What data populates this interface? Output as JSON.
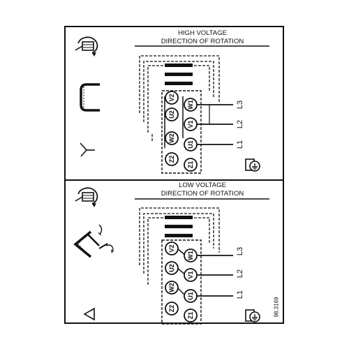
{
  "panels": [
    {
      "title_line1": "HIGH VOLTAGE",
      "title_line2": "DIRECTION OF ROTATION",
      "terminals": {
        "v2": "V2",
        "u2": "U2",
        "w2": "W2",
        "z2": "Z2",
        "w1": "W1",
        "v1": "V1",
        "u1": "U1",
        "z1": "Z1"
      },
      "lines": {
        "l3": "L3",
        "l2": "L2",
        "l1": "L1"
      },
      "connection_icon": "wye-symbol-icon"
    },
    {
      "title_line1": "LOW VOLTAGE",
      "title_line2": "DIRECTION OF ROTATION",
      "terminals": {
        "v2": "V2",
        "u2": "U2",
        "w2": "W2",
        "z2": "Z2",
        "w1": "W1",
        "v1": "V1",
        "u1": "U1",
        "z1": "Z1"
      },
      "lines": {
        "l3": "L3",
        "l2": "L2",
        "l1": "L1"
      },
      "connection_icon": "delta-symbol-icon"
    }
  ],
  "figure_number": "98.3169",
  "colors": {
    "line": "#111111",
    "background": "#ffffff"
  }
}
